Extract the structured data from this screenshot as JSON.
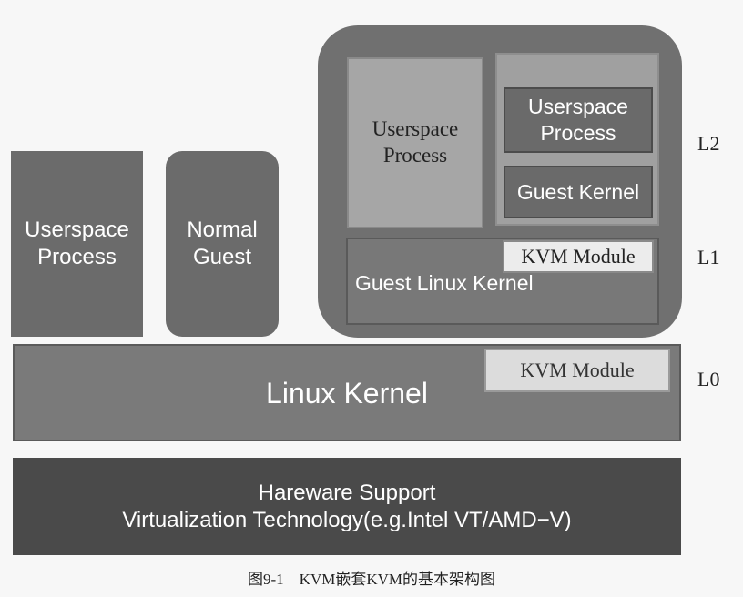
{
  "diagram": {
    "hardware": {
      "label": "Hareware Support\nVirtualization Technology(e.g.Intel VT/AMD−V)"
    },
    "linux_kernel": {
      "label": "Linux Kernel",
      "kvm_module": "KVM Module"
    },
    "host_userspace": {
      "label": "Userspace\nProcess"
    },
    "normal_guest": {
      "label": "Normal\nGuest"
    },
    "l1_guest": {
      "userspace": "Userspace\nProcess",
      "l2_userspace": "Userspace\nProcess",
      "guest_kernel": "Guest Kernel",
      "kvm_module": "KVM Module",
      "guest_linux_kernel": "Guest Linux Kernel"
    },
    "levels": {
      "l2": "L2",
      "l1": "L1",
      "l0": "L0"
    }
  },
  "caption": "图9-1　KVM嵌套KVM的基本架构图"
}
